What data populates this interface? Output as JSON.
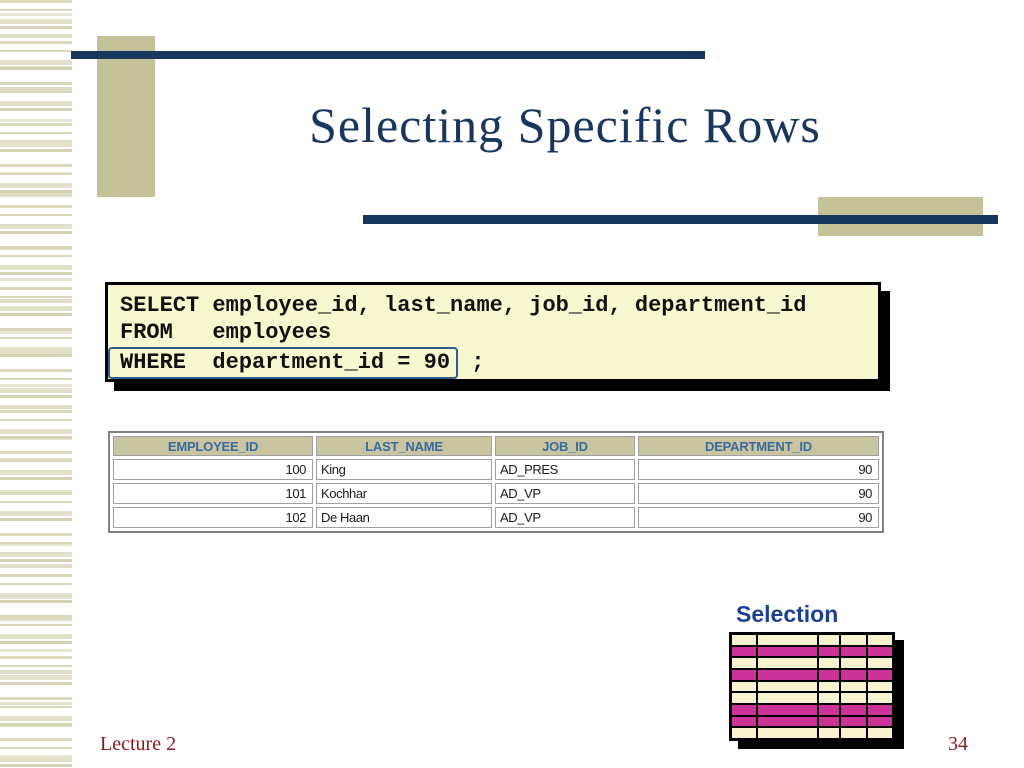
{
  "slide": {
    "title": "Selecting Specific Rows",
    "footer_left": "Lecture 2",
    "page_number": "34"
  },
  "sql_code": {
    "line1": "SELECT employee_id, last_name, job_id, department_id",
    "line2": "FROM   employees",
    "line3_highlighted": "WHERE  department_id = 90",
    "line3_tail": " ;"
  },
  "results_table": {
    "columns": [
      "EMPLOYEE_ID",
      "LAST_NAME",
      "JOB_ID",
      "DEPARTMENT_ID"
    ],
    "column_align": [
      "right",
      "left",
      "left",
      "right"
    ],
    "rows": [
      [
        "100",
        "King",
        "AD_PRES",
        "90"
      ],
      [
        "101",
        "Kochhar",
        "AD_VP",
        "90"
      ],
      [
        "102",
        "De Haan",
        "AD_VP",
        "90"
      ]
    ]
  },
  "selection_graphic": {
    "label": "Selection",
    "columns": 5,
    "row_colors": [
      "cream",
      "magenta",
      "cream",
      "magenta",
      "cream",
      "cream",
      "magenta",
      "magenta",
      "cream"
    ],
    "palette": {
      "cream": "#f8f3ce",
      "magenta": "#cc3399"
    }
  },
  "colors": {
    "accent_navy": "#17375d",
    "accent_tan": "#c5c199",
    "code_background": "#f8f8d0",
    "where_outline_blue": "#2d5e8e",
    "table_header_tan": "#c9c5a0",
    "table_header_text_blue": "#3a6b9f",
    "selection_label_blue": "#1c3f94",
    "footer_maroon": "#8b1a1a"
  }
}
